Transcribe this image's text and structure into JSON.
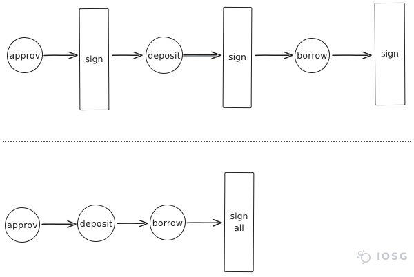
{
  "flow_top": {
    "steps": [
      {
        "label": "approv",
        "shape": "circle"
      },
      {
        "label": "sign",
        "shape": "rect"
      },
      {
        "label": "deposit",
        "shape": "circle"
      },
      {
        "label": "sign",
        "shape": "rect"
      },
      {
        "label": "borrow",
        "shape": "circle"
      },
      {
        "label": "sign",
        "shape": "rect"
      }
    ]
  },
  "flow_bottom": {
    "steps": [
      {
        "label": "approv",
        "shape": "circle"
      },
      {
        "label": "deposit",
        "shape": "circle"
      },
      {
        "label": "borrow",
        "shape": "circle"
      },
      {
        "label": "sign\nall",
        "shape": "rect"
      }
    ]
  },
  "watermark": {
    "text": "IOSG"
  },
  "colors": {
    "stroke": "#1e1e1e",
    "background": "#ffffff",
    "watermark": "#c7cbd0",
    "divider": "#474747"
  }
}
